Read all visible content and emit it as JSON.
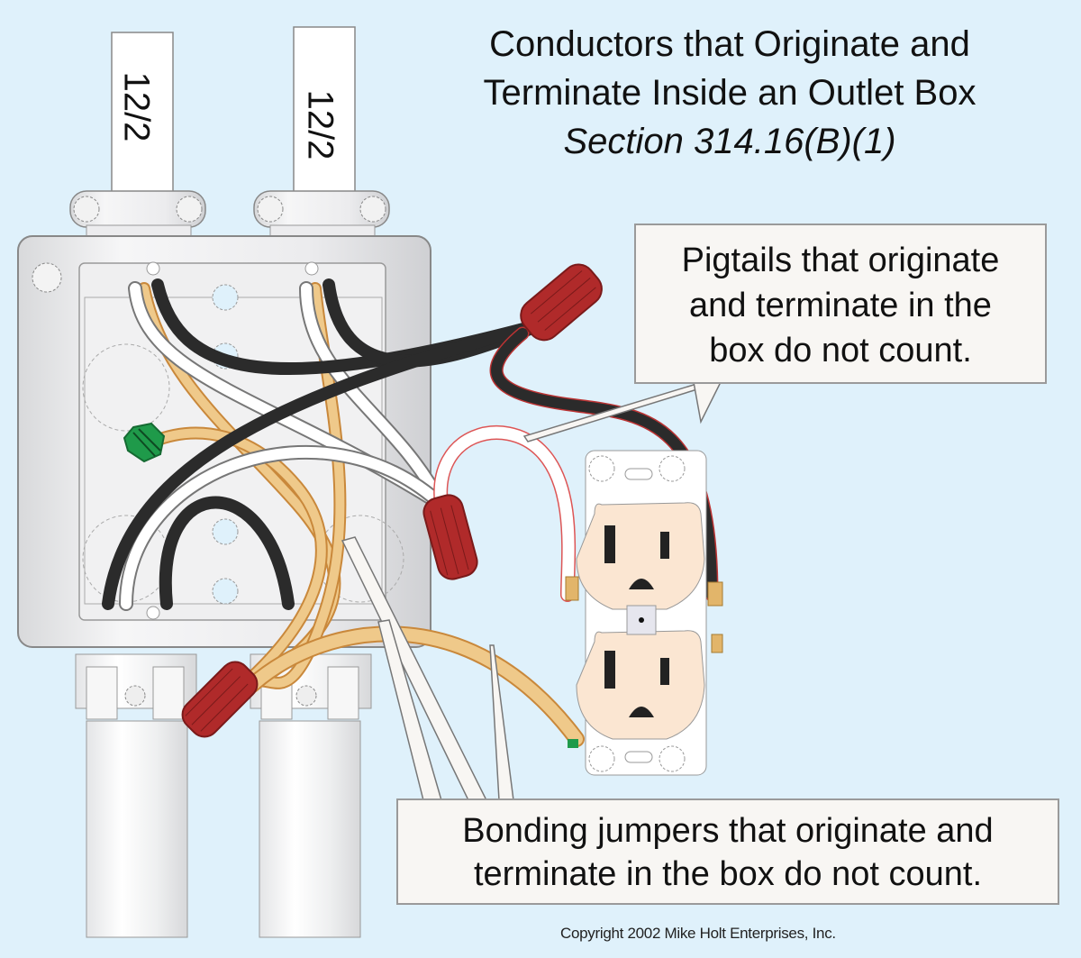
{
  "title": {
    "line1": "Conductors that Originate and",
    "line2": "Terminate Inside an Outlet Box",
    "section": "Section 314.16(B)(1)"
  },
  "cables": [
    {
      "label": "12/2"
    },
    {
      "label": "12/2"
    }
  ],
  "callouts": {
    "pigtails": {
      "line1": "Pigtails that originate",
      "line2": "and terminate in the",
      "line3": "box do not count."
    },
    "bonding": {
      "line1": "Bonding jumpers that originate and",
      "line2": "terminate in the box do not count."
    }
  },
  "copyright": "Copyright 2002  Mike Holt Enterprises, Inc.",
  "colors": {
    "background": "#dff1fb",
    "box_metal": "#e9eaec",
    "hot_wire": "#2b2b2b",
    "neutral_wire": "#ffffff",
    "ground_wire": "#efc98a",
    "wire_nut": "#b02a2a",
    "ground_screw": "#1f9a4a",
    "receptacle": "#fbe6d2"
  }
}
